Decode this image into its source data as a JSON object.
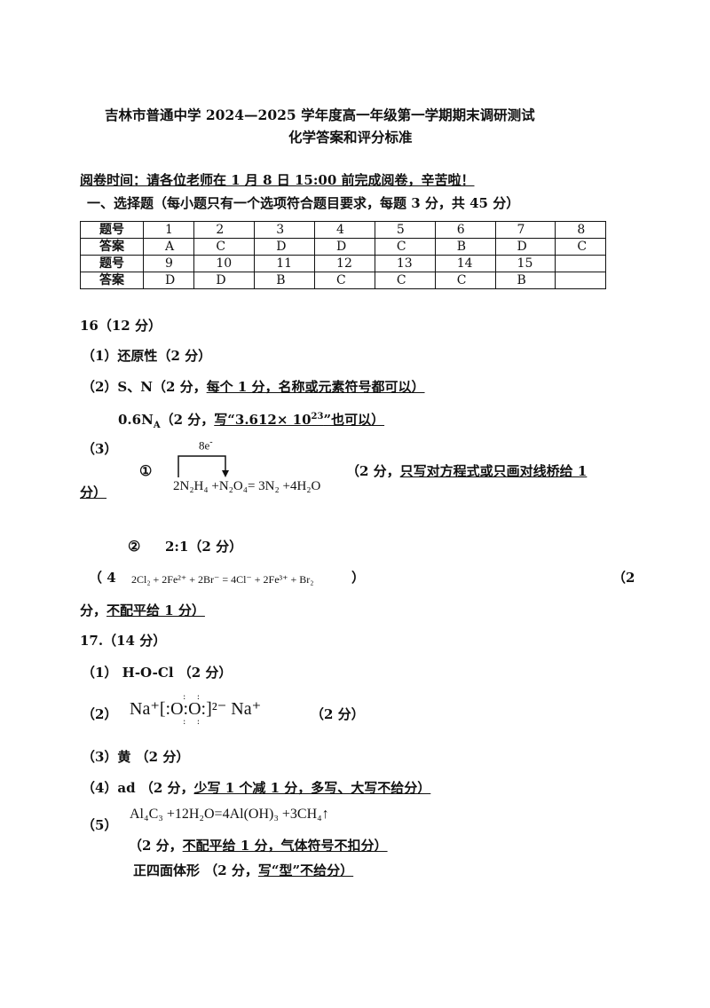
{
  "header": {
    "title1": "吉林市普通中学 2024—2025 学年度高一年级第一学期期末调研测试",
    "title2": "化学答案和评分标准",
    "notice": "阅卷时间：请各位老师在 1 月 8 日 15:00 前完成阅卷，辛苦啦！"
  },
  "section1": {
    "heading": "一、选择题（每小题只有一个选项符合题目要求，每题 3 分，共 45 分）",
    "table": {
      "row_header_q": "题号",
      "row_header_a": "答案",
      "q1": [
        "1",
        "2",
        "3",
        "4",
        "5",
        "6",
        "7",
        "8"
      ],
      "a1": [
        "A",
        "C",
        "D",
        "D",
        "C",
        "B",
        "D",
        "C"
      ],
      "q2": [
        "9",
        "10",
        "11",
        "12",
        "13",
        "14",
        "15",
        ""
      ],
      "a2": [
        "D",
        "D",
        "B",
        "C",
        "C",
        "C",
        "B",
        ""
      ]
    }
  },
  "q16": {
    "head": "16（12 分）",
    "p1": "（1）还原性（2 分）",
    "p2a": "（2）S、N（2 分，",
    "p2a_u": "每个 1 分，名称或元素符号都可以）",
    "p2b_pre": "0.6N",
    "p2b_sub": "A",
    "p2b_mid": "（2 分，",
    "p2b_u1": "写“3.612×  10",
    "p2b_sup": "23",
    "p2b_u2": "”也可以）",
    "p3": "（3）",
    "circle1": "①",
    "electron": "8e",
    "electron_sup": "-",
    "eq1": "2N₂H₄ +N₂O₄= 3N₂ +4H₂O",
    "p3_note_a": "（2 分，",
    "p3_note_u": "只写对方程式或只画对线桥给 1",
    "p3_note_b": "分）",
    "circle2": "②",
    "ratio": "2:1（2 分）",
    "p4_pre": "（ 4",
    "eq2": "2Cl₂ + 2Fe²⁺ + 2Br⁻ = 4Cl⁻ + 2Fe³⁺ + Br₂",
    "p4_close": "）",
    "p4_score": "（2",
    "p4_end_a": "分，",
    "p4_end_u": "不配平给 1 分）"
  },
  "q17": {
    "head": "17.（14 分）",
    "p1": "（1） H-O-Cl （2 分）",
    "p2": "（2）",
    "lewis": "Na⁺[:O:O:]²⁻ Na⁺",
    "p2_score": "（2 分）",
    "p3": "（3）黄 （2 分）",
    "p4_a": "（4）ad （2 分，",
    "p4_u": "少写 1 个减 1 分，多写、大写不给分）",
    "p5": "（5）",
    "eq3": "Al₄C₃ +12H₂O=4Al(OH)₃ +3CH₄↑",
    "p5_note_a": "（2 分，",
    "p5_note_u": "不配平给 1 分，气体符号不扣分）",
    "p5_shape": "正四面体形 （2 分，",
    "p5_shape_u": "写“型”不给分）"
  }
}
